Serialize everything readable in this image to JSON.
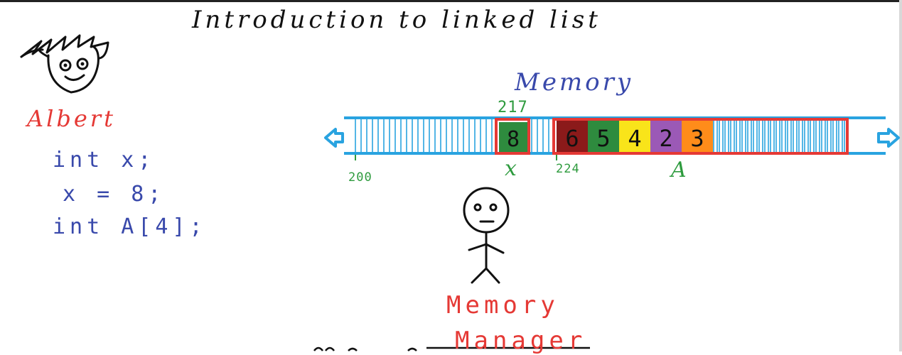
{
  "title": "Introduction to linked list",
  "character": {
    "name": "Albert",
    "code_lines": [
      "int x;",
      "x = 8;",
      "int A[4];"
    ]
  },
  "memory": {
    "label": "Memory",
    "start_address": "200",
    "x_address": "217",
    "a_address": "224",
    "x_label": "x",
    "a_label": "A",
    "x_value": "8",
    "array_values": [
      "6",
      "5",
      "4",
      "2",
      "3"
    ],
    "array_colors": [
      "#8b1a1a",
      "#2e8b3e",
      "#f9e41a",
      "#9b59b6",
      "#ff8c1a"
    ],
    "strip_color": "#29a3e0",
    "highlight_color": "#e53935"
  },
  "manager": {
    "label_line1": "Memory",
    "label_line2": "Manager"
  }
}
